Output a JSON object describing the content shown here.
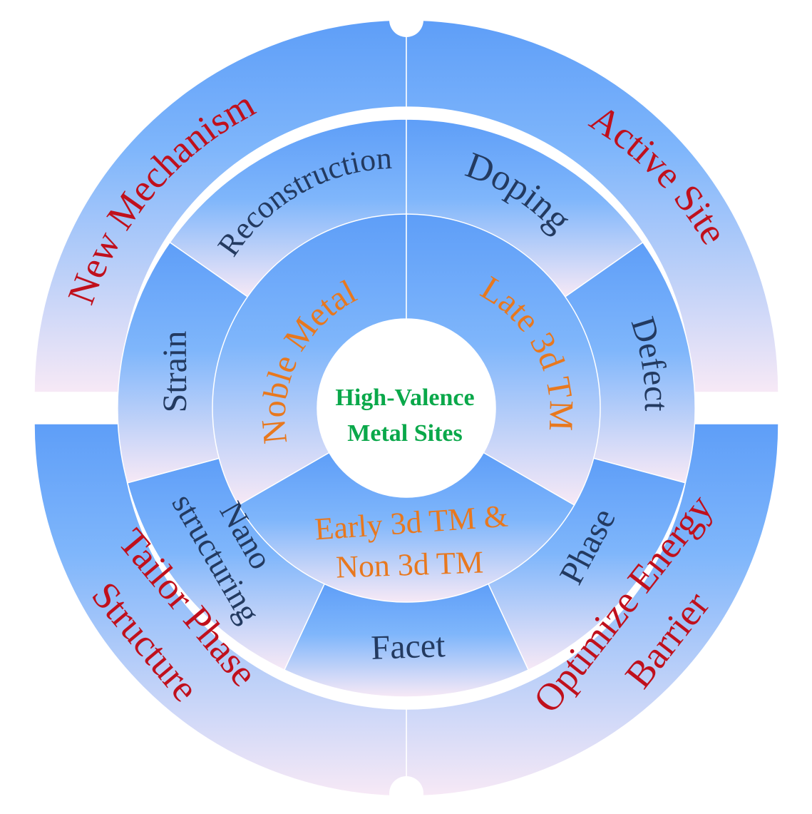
{
  "center": {
    "line1": "High-Valence",
    "line2": "Metal Sites",
    "color": "#0aa84a"
  },
  "inner_ring": {
    "color": "#e8781e",
    "segments": [
      {
        "id": "noble",
        "lines": [
          "Noble Metal"
        ]
      },
      {
        "id": "late",
        "lines": [
          "Late 3d TM"
        ]
      },
      {
        "id": "early",
        "lines": [
          "Early 3d TM &",
          "Non 3d TM"
        ]
      }
    ]
  },
  "middle_ring": {
    "color": "#233a60",
    "segments": [
      {
        "id": "reconstruction",
        "lines": [
          "Reconstruction"
        ]
      },
      {
        "id": "doping",
        "lines": [
          "Doping"
        ]
      },
      {
        "id": "defect",
        "lines": [
          "Defect"
        ]
      },
      {
        "id": "phase",
        "lines": [
          "Phase"
        ]
      },
      {
        "id": "facet",
        "lines": [
          "Facet"
        ]
      },
      {
        "id": "nanostructuring",
        "lines": [
          "Nano",
          "structuring"
        ]
      },
      {
        "id": "strain",
        "lines": [
          "Strain"
        ]
      }
    ]
  },
  "outer_ring": {
    "color": "#c0101c",
    "segments": [
      {
        "id": "new-mechanism",
        "lines": [
          "New Mechanism"
        ]
      },
      {
        "id": "active-site",
        "lines": [
          "Active Site"
        ]
      },
      {
        "id": "optimize-energy",
        "lines": [
          "Optimize Energy",
          "Barrier"
        ]
      },
      {
        "id": "tailor-phase",
        "lines": [
          "Tailor Phase",
          "Structure"
        ]
      }
    ]
  },
  "colors": {
    "gradient_top": "#5e9ef8",
    "gradient_mid": "#7fb6fb",
    "gradient_bottom": "#f7e9f6",
    "separator": "#ffffff"
  }
}
